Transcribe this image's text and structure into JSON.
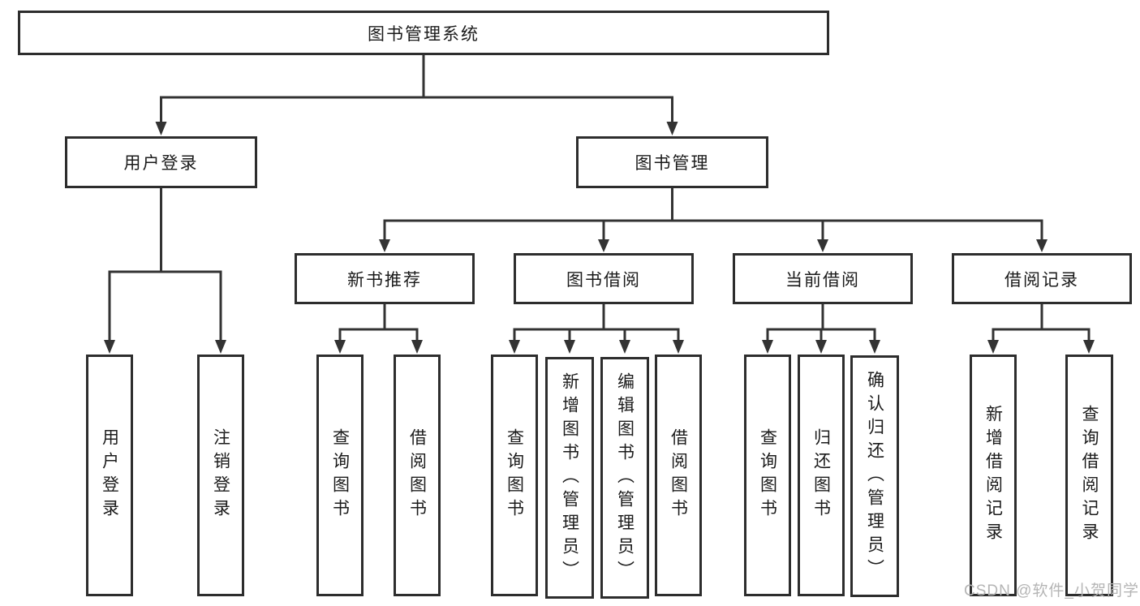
{
  "colors": {
    "line": "#333333",
    "box_border": "#2d2d2d",
    "text": "#1b1b1b",
    "watermark": "#b5b5b5",
    "background": "#ffffff"
  },
  "tree": {
    "root": {
      "label": "图书管理系统"
    },
    "user_login": {
      "label": "用户登录",
      "children": [
        {
          "label": "用户登录"
        },
        {
          "label": "注销登录"
        }
      ]
    },
    "book_management": {
      "label": "图书管理",
      "sections": [
        {
          "label": "新书推荐",
          "children": [
            {
              "label": "查询图书"
            },
            {
              "label": "借阅图书"
            }
          ]
        },
        {
          "label": "图书借阅",
          "children": [
            {
              "label": "查询图书"
            },
            {
              "label": "新增图书（管理员）"
            },
            {
              "label": "编辑图书（管理员）"
            },
            {
              "label": "借阅图书"
            }
          ]
        },
        {
          "label": "当前借阅",
          "children": [
            {
              "label": "查询图书"
            },
            {
              "label": "归还图书"
            },
            {
              "label": "确认归还（管理员）"
            }
          ]
        },
        {
          "label": "借阅记录",
          "children": [
            {
              "label": "新增借阅记录"
            },
            {
              "label": "查询借阅记录"
            }
          ]
        }
      ]
    }
  },
  "watermark": {
    "text": "CSDN @软件_小贺同学"
  }
}
